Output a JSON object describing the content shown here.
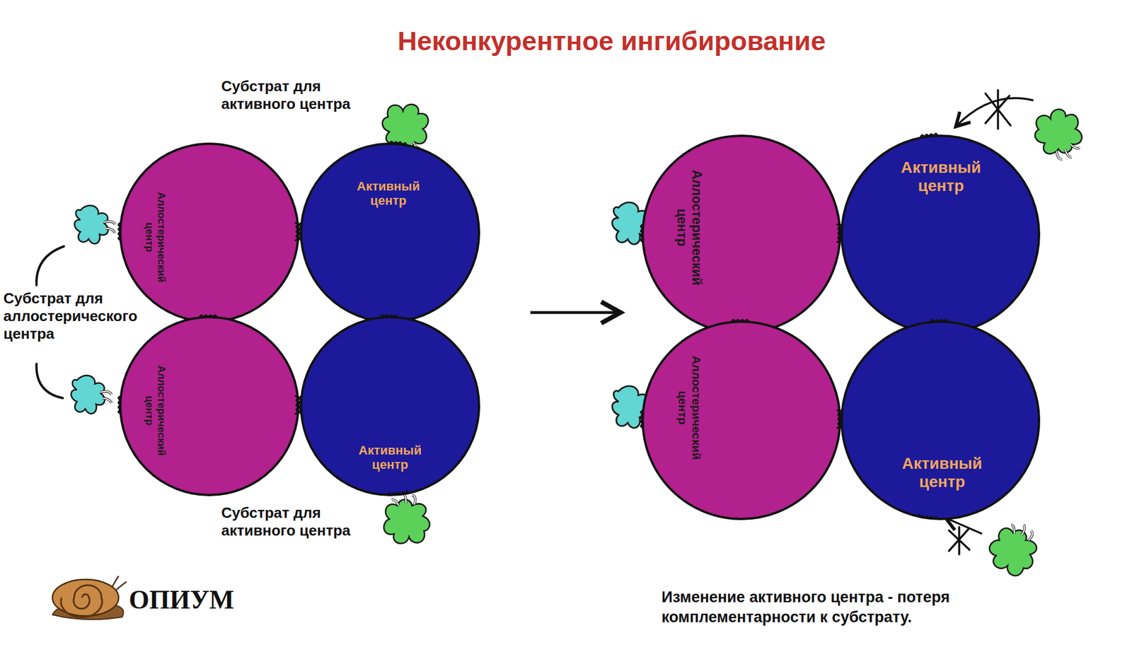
{
  "diagram": {
    "title": "Неконкурентное ингибирование",
    "caption": "Изменение активного центра - потеря комплементарности к субстрату.",
    "nodes": [
      {
        "text": [
          "Аллостерический центр"
        ]
      },
      {
        "text": [
          "Активный центр"
        ]
      },
      {
        "text": [
          "Аллостерический центр"
        ]
      },
      {
        "text": [
          "Активный центр"
        ]
      },
      {
        "text": [
          "Аллостерический центр"
        ]
      },
      {
        "text": [
          "Активный центр"
        ]
      },
      {
        "text": [
          "Аллостерический центр"
        ]
      },
      {
        "text": [
          "Активный центр"
        ]
      }
    ],
    "labels": [
      "Субстрат для активного центра",
      "Субстрат для аллостерического центра",
      "Субстрат для активного центра",
      "ОПИУМ"
    ]
  }
}
